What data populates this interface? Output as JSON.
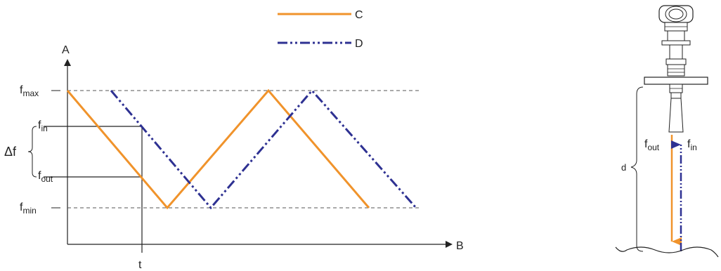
{
  "legend": {
    "c_label": "C",
    "d_label": "D"
  },
  "axes": {
    "y_label": "A",
    "x_label": "B",
    "t_label": "t"
  },
  "freq_labels": {
    "fmax_main": "f",
    "fmax_sub": "max",
    "fin_main": "f",
    "fin_sub": "in",
    "fout_main": "f",
    "fout_sub": "out",
    "fmin_main": "f",
    "fmin_sub": "min"
  },
  "delta_f": "Δf",
  "tank": {
    "d_label": "d",
    "fout_main": "f",
    "fout_sub": "out",
    "fin_main": "f",
    "fin_sub": "in"
  },
  "colors": {
    "series_c": "#f0932b",
    "series_d": "#2e3192",
    "axis": "#222222",
    "dashed": "#555555"
  }
}
